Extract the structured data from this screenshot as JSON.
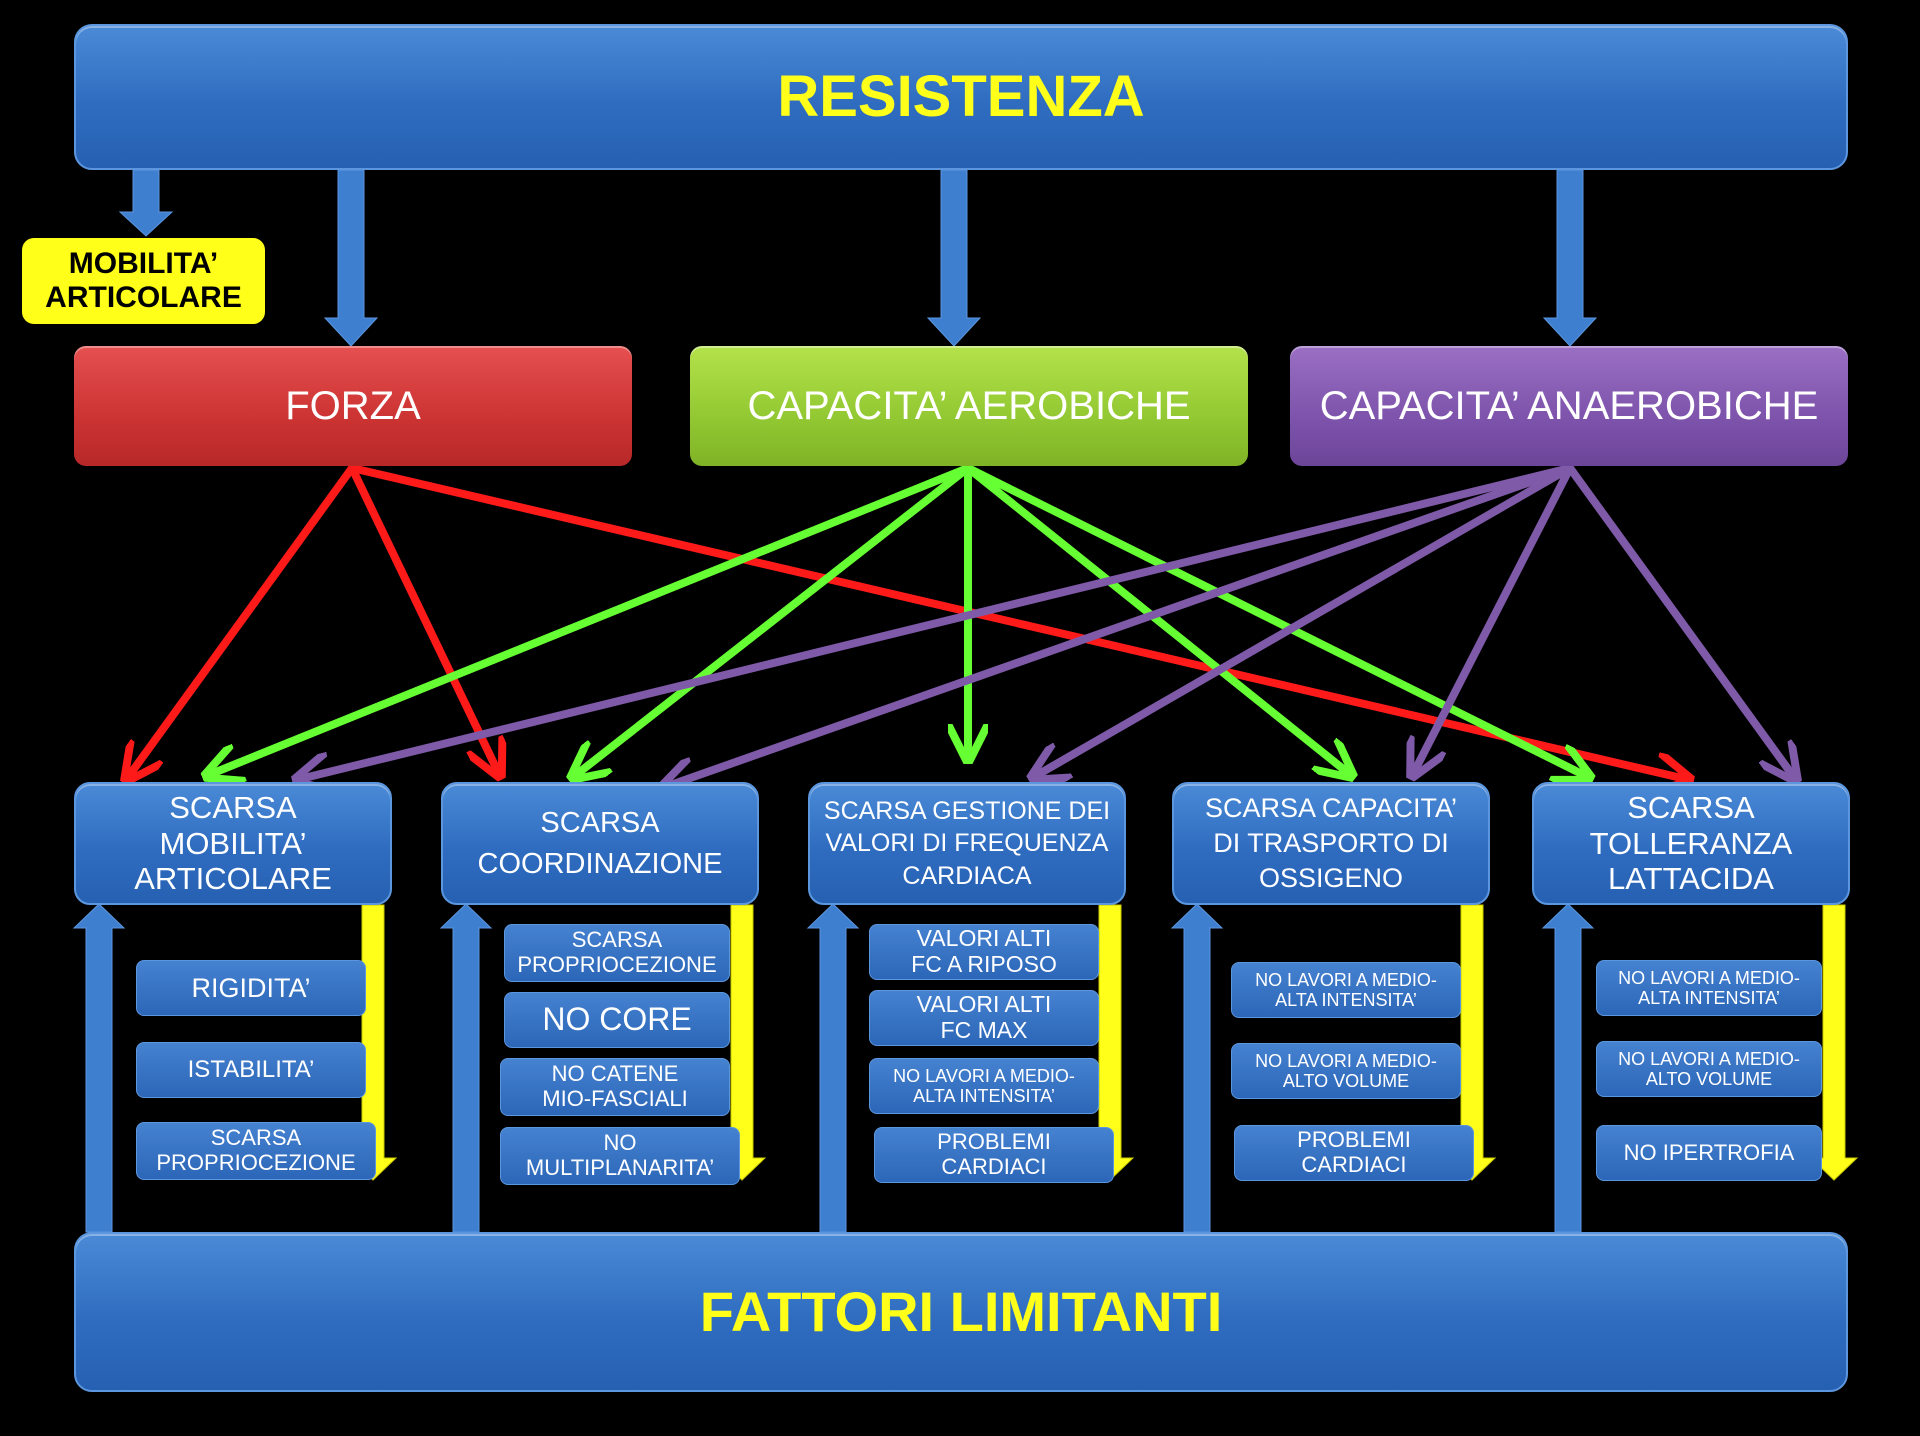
{
  "title": "RESISTENZA",
  "footer": "FATTORI LIMITANTI",
  "mobility_note": "MOBILITA’\nARTICOLARE",
  "capacities": [
    {
      "label": "FORZA",
      "color": "#cc3333"
    },
    {
      "label": "CAPACITA’ AEROBICHE",
      "color": "#92c832"
    },
    {
      "label": "CAPACITA’ ANAEROBICHE",
      "color": "#7d53ab"
    }
  ],
  "arrow_colors": {
    "forza": "#ff1a1a",
    "aerobiche": "#66ff33",
    "anaerobiche": "#7f5aa8",
    "blue": "#3f7fd0",
    "yellow": "#ffff1a"
  },
  "categories": [
    {
      "label": "SCARSA\nMOBILITA’\nARTICOLARE",
      "items": [
        "RIGIDITA’",
        "ISTABILITA’",
        "SCARSA\nPROPRIOCEZIONE"
      ]
    },
    {
      "label": "SCARSA\nCOORDINAZIONE",
      "items": [
        "SCARSA\nPROPRIOCEZIONE",
        "NO CORE",
        "NO CATENE\nMIO-FASCIALI",
        "NO\nMULTIPLANARITA’"
      ]
    },
    {
      "label": "SCARSA GESTIONE DEI\nVALORI DI FREQUENZA\nCARDIACA",
      "items": [
        "VALORI ALTI\nFC A RIPOSO",
        "VALORI ALTI\nFC MAX",
        "NO LAVORI A MEDIO-\nALTA INTENSITA’",
        "PROBLEMI\nCARDIACI"
      ]
    },
    {
      "label": "SCARSA CAPACITA’\nDI TRASPORTO DI\nOSSIGENO",
      "items": [
        "NO LAVORI A MEDIO-\nALTA INTENSITA’",
        "NO LAVORI A MEDIO-\nALTO VOLUME",
        "PROBLEMI\nCARDIACI"
      ]
    },
    {
      "label": "SCARSA\nTOLLERANZA\nLATTACIDA",
      "items": [
        "NO LAVORI A MEDIO-\nALTA INTENSITA’",
        "NO LAVORI A MEDIO-\nALTO VOLUME",
        "NO IPERTROFIA"
      ]
    }
  ]
}
